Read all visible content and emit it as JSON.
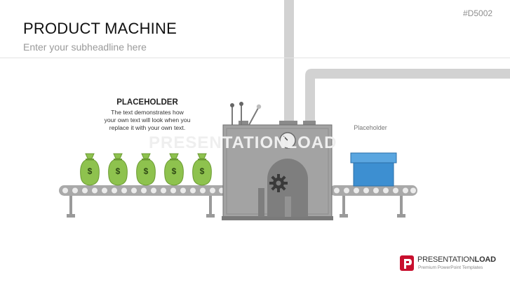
{
  "slide": {
    "title": "PRODUCT MACHINE",
    "subtitle": "Enter your subheadline here",
    "code": "#D5002"
  },
  "left_block": {
    "title": "PLACEHOLDER",
    "lines": [
      "The text demonstrates how",
      "your own text will look when you",
      "replace it with your own text."
    ]
  },
  "right_label": "Placeholder",
  "watermark": "PRESENTATIONLOAD",
  "logo": {
    "name_light": "PRESENTATION",
    "name_bold": "LOAD",
    "tagline": "Premium PowerPoint Templates"
  },
  "icons": {
    "money_bag": "money-bag-icon",
    "box": "box-icon",
    "gear": "gear-icon",
    "gauge": "gauge-icon"
  },
  "colors": {
    "machine": "#a3a3a3",
    "machine_dark": "#7a7a7a",
    "pipe": "#d2d2d2",
    "bag": "#8ec24e",
    "box": "#3d8fd1",
    "box_lid": "#5aa6e0",
    "brand_red": "#c8102e"
  },
  "bag_symbol": "$"
}
